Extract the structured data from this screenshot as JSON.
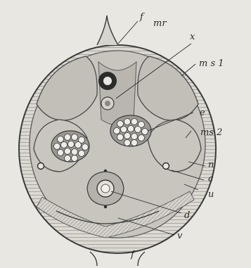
{
  "figure": {
    "labels": {
      "f_top": "f",
      "mr": "mr",
      "x": "x",
      "ms1": "m s 1",
      "e": "e",
      "ms2": "ms 2",
      "n": "n",
      "c": "c",
      "u": "u",
      "d": "d",
      "v": "v",
      "f_bottom": "f"
    },
    "colors": {
      "ink": "#2a2a2a",
      "paper": "#e9e7e2",
      "tissue": "#c9c6c0",
      "dark_tissue": "#8c8a85"
    }
  }
}
